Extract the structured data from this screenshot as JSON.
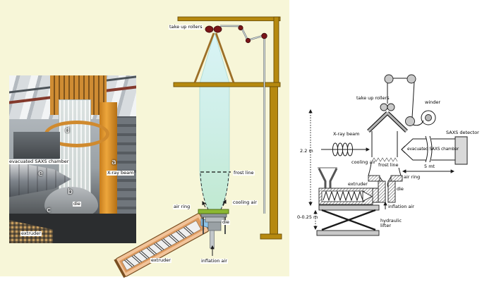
{
  "figure": {
    "description_note": ""
  },
  "photo": {
    "labels": {
      "evacuated_chamber": "evacuated SAXS chamber",
      "xray_beam": "X-ray beam",
      "die": "die",
      "extruder": "extruder",
      "a": "a",
      "b": "b",
      "c": "c",
      "d": "d",
      "e": "e"
    }
  },
  "middle_schematic": {
    "labels": {
      "take_up_rollers": "take up rollers",
      "frost_line": "frost line",
      "cooling_air": "cooling air",
      "air_ring": "air ring",
      "die": "die",
      "inflation_air": "inflation air",
      "extruder": "extruder"
    }
  },
  "right_schematic": {
    "labels": {
      "take_up_rollers": "take up rollers",
      "winder": "winder",
      "xray_beam": "X-ray beam",
      "evacuated_chamber": "evacuated SAXS chamber",
      "saxs_detector": "SAXS detector",
      "cooling_air": "cooling air",
      "frost_line": "frost line",
      "air_ring": "air ring",
      "extruder": "extruder",
      "die": "die",
      "inflation_air": "inflation air",
      "hydraulic_line1": "hydraulic",
      "hydraulic_line2": "lifter"
    },
    "dimensions": {
      "height": "2.2 m",
      "detector_distance": "5 mt",
      "lifter_travel": "0-0.25 m"
    }
  },
  "colors": {
    "cream-bg": "#f7f6d8",
    "frame-brown": "#b6890f",
    "roller-red": "#7a1518",
    "bubble-cyan": "#d6f3f5",
    "bubble-green": "#c0e9d0",
    "air-ring-green": "#8cb832",
    "extruder-orange": "#f2c49a",
    "melt-blue": "#8cc4ea",
    "detector-gray": "#d9d9d9",
    "line-black": "#1a1a1a"
  }
}
